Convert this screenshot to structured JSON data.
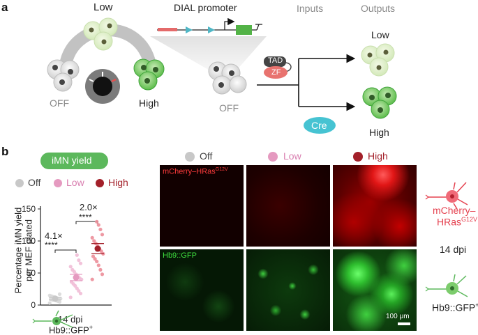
{
  "panel_a": {
    "letter": "a",
    "low": "Low",
    "dial_promoter": "DIAL promoter",
    "inputs": "Inputs",
    "outputs": "Outputs",
    "off_left": "OFF",
    "high_left": "High",
    "off_center": "OFF",
    "tad": "TAD",
    "zf": "ZF",
    "out_low": "Low",
    "out_high": "High",
    "cre": "Cre"
  },
  "panel_b": {
    "letter": "b",
    "badge": "iMN yield",
    "legend_left": {
      "off": "Off",
      "low": "Low",
      "high": "High"
    },
    "legend_right": {
      "off": "Off",
      "low": "Low",
      "high": "High"
    },
    "ylabel_line1": "Percentage iMN yield",
    "ylabel_line2": "per MEF plated",
    "sig1_fold": "4.1×",
    "sig1_stars": "****",
    "sig2_fold": "2.0×",
    "sig2_stars": "****",
    "x_caption_line1": "14 dpi",
    "x_caption_line2_main": "Hb9::GFP",
    "x_caption_line2_sup": "+",
    "img_label_red_main": "mCherry–HRas",
    "img_label_red_sup": "G12V",
    "img_label_green": "Hb9::GFP",
    "scale_bar": "100 μm",
    "right_red_line1": "mCherry–",
    "right_red_line2_main": "HRas",
    "right_red_line2_sup": "G12V",
    "right_dpi": "14 dpi",
    "right_green_main": "Hb9::GFP",
    "right_green_sup": "+"
  },
  "colors": {
    "off": "#c8c8c8",
    "low": "#e59ac0",
    "high": "#a3202a",
    "green_badge": "#5cb85c",
    "cre": "#46c3d2",
    "zf": "#e8736f",
    "red_label": "#e5414f"
  },
  "chart_data": {
    "type": "scatter",
    "ylabel": "Percentage iMN yield per MEF plated",
    "ylim": [
      0,
      150
    ],
    "yticks": [
      0,
      50,
      100,
      150
    ],
    "categories": [
      "Off",
      "Low",
      "High"
    ],
    "series": [
      {
        "name": "Off",
        "mean": 10,
        "sem": 2,
        "points": [
          3,
          5,
          6,
          7,
          8,
          8,
          9,
          10,
          10,
          11,
          12,
          13,
          14,
          15,
          17
        ]
      },
      {
        "name": "Low",
        "mean": 43,
        "sem": 5,
        "points": [
          12,
          18,
          22,
          26,
          30,
          33,
          36,
          40,
          42,
          45,
          48,
          52,
          55,
          60,
          65,
          70,
          78
        ]
      },
      {
        "name": "High",
        "mean": 88,
        "sem": 8,
        "points": [
          40,
          48,
          55,
          62,
          68,
          72,
          76,
          80,
          84,
          88,
          92,
          96,
          100,
          105,
          110,
          118,
          125,
          130
        ]
      }
    ],
    "annotations": [
      "4.1×",
      "****",
      "2.0×",
      "****"
    ]
  }
}
